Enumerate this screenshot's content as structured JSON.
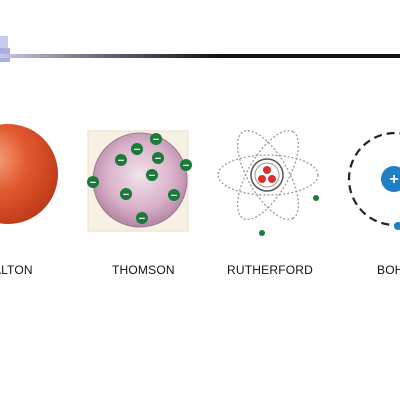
{
  "models": [
    {
      "key": "dalton",
      "label": "DALTON"
    },
    {
      "key": "thomson",
      "label": "THOMSON"
    },
    {
      "key": "rutherford",
      "label": "RUTHERFORD"
    },
    {
      "key": "bohr",
      "label": "BOHR"
    }
  ],
  "electron_symbol": "−",
  "proton_symbol": "+",
  "colors": {
    "dalton_sphere": "#e04a25",
    "thomson_sphere": "#c69ab8",
    "electron": "#1a7a3a",
    "nucleus": "#d93030",
    "bohr_nucleus": "#1f7fc4",
    "orbit": "#9a9a9a"
  }
}
